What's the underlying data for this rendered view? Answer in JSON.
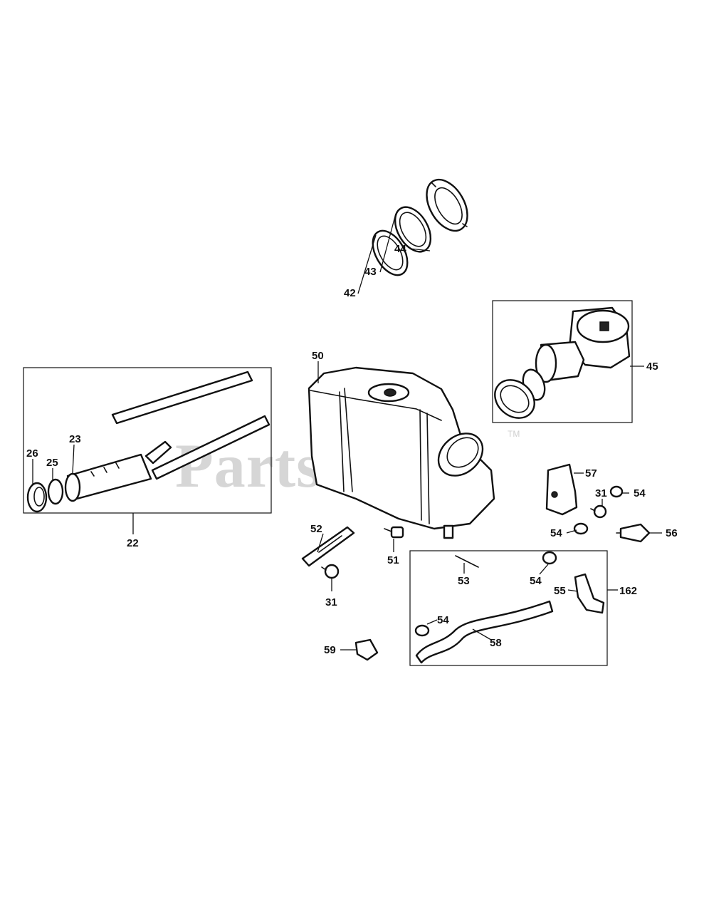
{
  "watermark": {
    "text": "PartsTree",
    "trademark": "TM"
  },
  "callouts": [
    {
      "id": "c44",
      "label": "44"
    },
    {
      "id": "c43",
      "label": "43"
    },
    {
      "id": "c42",
      "label": "42"
    },
    {
      "id": "c45",
      "label": "45"
    },
    {
      "id": "c50",
      "label": "50"
    },
    {
      "id": "c26",
      "label": "26"
    },
    {
      "id": "c25",
      "label": "25"
    },
    {
      "id": "c23",
      "label": "23"
    },
    {
      "id": "c22",
      "label": "22"
    },
    {
      "id": "c57",
      "label": "57"
    },
    {
      "id": "c31a",
      "label": "31"
    },
    {
      "id": "c54a",
      "label": "54"
    },
    {
      "id": "c54b",
      "label": "54"
    },
    {
      "id": "c56",
      "label": "56"
    },
    {
      "id": "c52",
      "label": "52"
    },
    {
      "id": "c51",
      "label": "51"
    },
    {
      "id": "c31b",
      "label": "31"
    },
    {
      "id": "c53",
      "label": "53"
    },
    {
      "id": "c54c",
      "label": "54"
    },
    {
      "id": "c55",
      "label": "55"
    },
    {
      "id": "c162",
      "label": "162"
    },
    {
      "id": "c54d",
      "label": "54"
    },
    {
      "id": "c58",
      "label": "58"
    },
    {
      "id": "c59",
      "label": "59"
    }
  ]
}
